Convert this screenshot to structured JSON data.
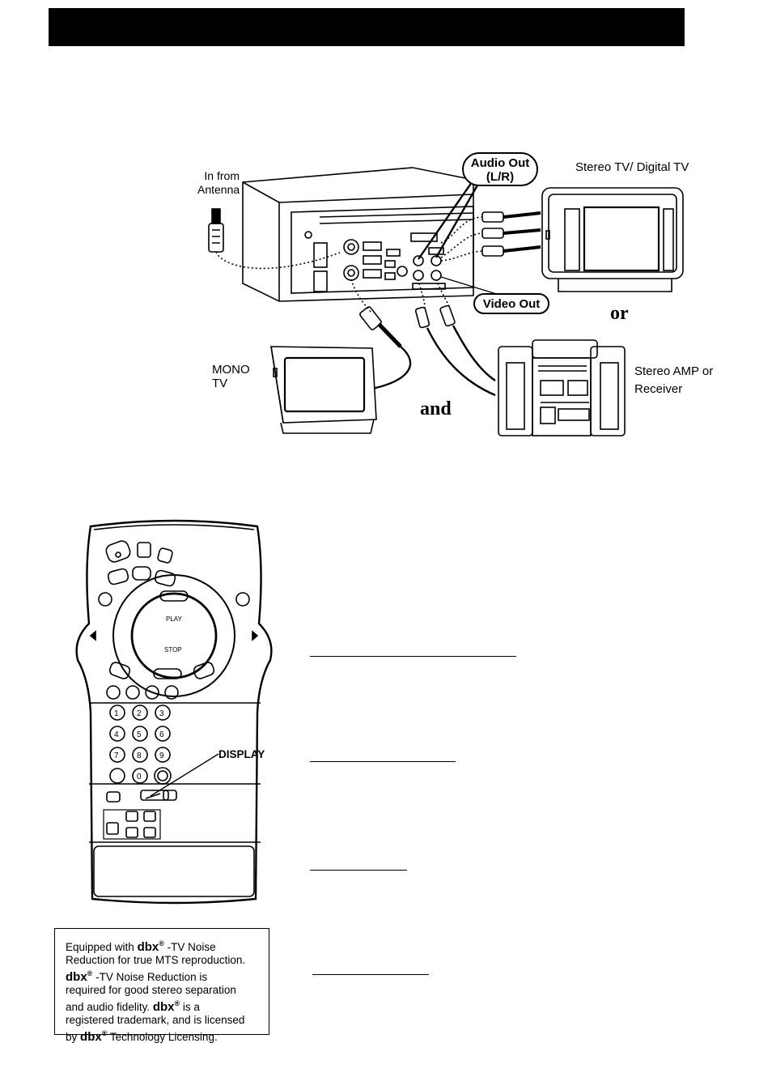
{
  "diagram": {
    "label_in_from_antenna_line1": "In from",
    "label_in_from_antenna_line2": "Antenna",
    "bubble_audio_out_line1": "Audio Out",
    "bubble_audio_out_line2": "(L/R)",
    "label_stereo_tv": "Stereo TV/ Digital TV",
    "bubble_video_out": "Video Out",
    "label_or": "or",
    "label_mono_line1": "MONO",
    "label_mono_line2": "TV",
    "label_and": "and",
    "label_stereo_amp_line1": "Stereo AMP or",
    "label_stereo_amp_line2": "Receiver"
  },
  "remote": {
    "display_callout": "DISPLAY"
  },
  "dbx_notice": {
    "logo": "dbx",
    "line1_post": "-TV Noise",
    "line1_pre": "Equipped with",
    "line2": "Reduction for true MTS reproduction.",
    "line3_post": "-TV Noise Reduction is",
    "line4": "required for good stereo separation",
    "line5_pre": "and audio fidelity.",
    "line5_post": "is a",
    "line6": "registered trademark, and is licensed",
    "line7_pre": "by",
    "line7_post": "Technology Licensing."
  }
}
